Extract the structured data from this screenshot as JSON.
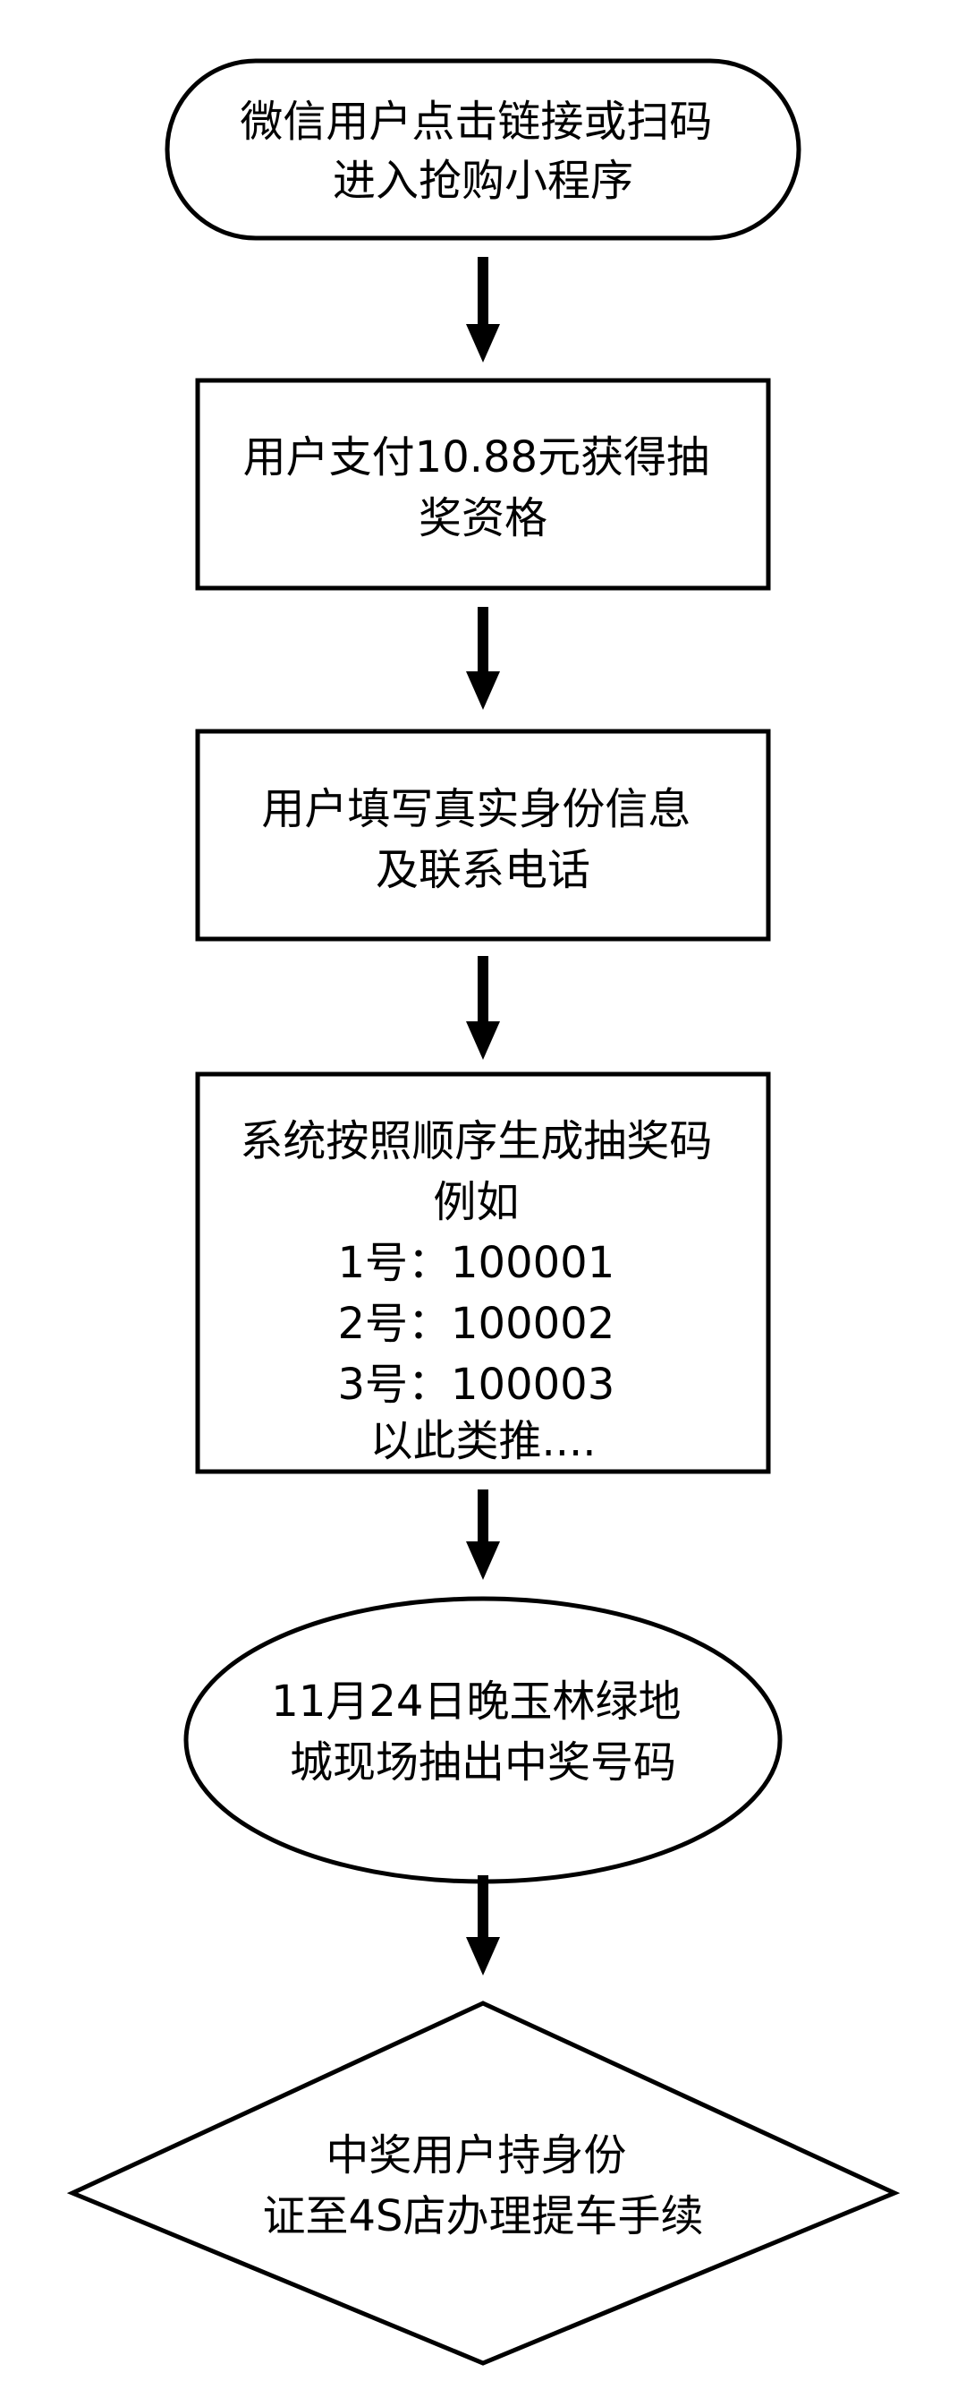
{
  "flowchart": {
    "colors": {
      "stroke": "#000000",
      "fill": "#ffffff",
      "text": "#000000"
    },
    "steps": [
      {
        "shape": "terminal",
        "lines": [
          "微信用户点击链接或扫码",
          "进入抢购小程序"
        ]
      },
      {
        "shape": "process",
        "lines": [
          "用户支付10.88元获得抽",
          "奖资格"
        ]
      },
      {
        "shape": "process",
        "lines": [
          "用户填写真实身份信息",
          "及联系电话"
        ]
      },
      {
        "shape": "process",
        "lines": [
          "系统按照顺序生成抽奖码",
          "例如",
          "1号：100001",
          "2号：100002",
          "3号：100003",
          "以此类推...."
        ]
      },
      {
        "shape": "ellipse",
        "lines": [
          "11月24日晚玉林绿地",
          "城现场抽出中奖号码"
        ]
      },
      {
        "shape": "decision",
        "lines": [
          "中奖用户持身份",
          "证至4S店办理提车手续"
        ]
      }
    ]
  }
}
